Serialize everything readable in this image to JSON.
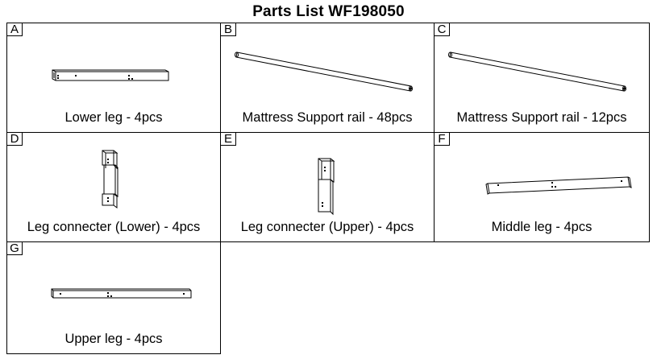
{
  "title": "Parts List WF198050",
  "parts": [
    {
      "letter": "A",
      "caption": "Lower leg - 4pcs",
      "icon": "square-tube-icon"
    },
    {
      "letter": "B",
      "caption": "Mattress Support rail - 48pcs",
      "icon": "round-rod-icon"
    },
    {
      "letter": "C",
      "caption": "Mattress Support rail - 12pcs",
      "icon": "round-rod-icon"
    },
    {
      "letter": "D",
      "caption": "Leg connecter (Lower) - 4pcs",
      "icon": "connector-icon"
    },
    {
      "letter": "E",
      "caption": "Leg connecter (Upper) - 4pcs",
      "icon": "connector-icon"
    },
    {
      "letter": "F",
      "caption": "Middle leg - 4pcs",
      "icon": "square-tube-icon"
    },
    {
      "letter": "G",
      "caption": "Upper leg - 4pcs",
      "icon": "square-tube-icon"
    }
  ]
}
